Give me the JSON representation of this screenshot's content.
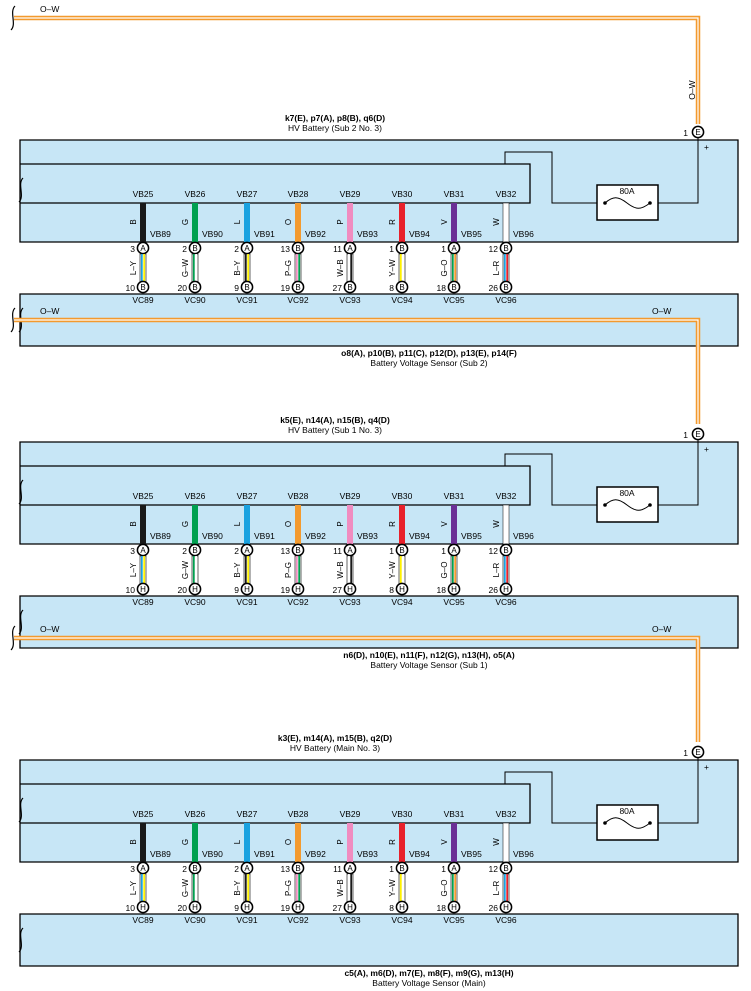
{
  "panels": [
    {
      "id": "sub2",
      "top_wire_label": "O–W",
      "top_wire_label_right": "",
      "vertical_wire_label": "O–W",
      "hv_part_codes": "k7(E), p7(A), p8(B), q6(D)",
      "hv_part_name": "HV Battery (Sub 2 No.  3)",
      "hv_pin": "1",
      "hv_conn": "E",
      "plus": "+",
      "fuse": "80A",
      "sensor_part_codes": "o8(A), p10(B), p11(C), p12(D), p13(E), p14(F)",
      "sensor_part_name": "Battery Voltage Sensor (Sub 2)",
      "channels": [
        {
          "vb_top": "VB25",
          "wire_color": "B",
          "vb_side": "VB89",
          "top_pin": "3",
          "top_conn": "A",
          "mid_wire": "L–Y",
          "bot_pin": "10",
          "bot_conn": "B",
          "vc": "VC89"
        },
        {
          "vb_top": "VB26",
          "wire_color": "G",
          "vb_side": "VB90",
          "top_pin": "2",
          "top_conn": "B",
          "mid_wire": "G–W",
          "bot_pin": "20",
          "bot_conn": "B",
          "vc": "VC90"
        },
        {
          "vb_top": "VB27",
          "wire_color": "L",
          "vb_side": "VB91",
          "top_pin": "2",
          "top_conn": "A",
          "mid_wire": "B–Y",
          "bot_pin": "9",
          "bot_conn": "B",
          "vc": "VC91"
        },
        {
          "vb_top": "VB28",
          "wire_color": "O",
          "vb_side": "VB92",
          "top_pin": "13",
          "top_conn": "B",
          "mid_wire": "P–G",
          "bot_pin": "19",
          "bot_conn": "B",
          "vc": "VC92"
        },
        {
          "vb_top": "VB29",
          "wire_color": "P",
          "vb_side": "VB93",
          "top_pin": "11",
          "top_conn": "A",
          "mid_wire": "W–B",
          "bot_pin": "27",
          "bot_conn": "B",
          "vc": "VC93"
        },
        {
          "vb_top": "VB30",
          "wire_color": "R",
          "vb_side": "VB94",
          "top_pin": "1",
          "top_conn": "B",
          "mid_wire": "Y–W",
          "bot_pin": "8",
          "bot_conn": "B",
          "vc": "VC94"
        },
        {
          "vb_top": "VB31",
          "wire_color": "V",
          "vb_side": "VB95",
          "top_pin": "1",
          "top_conn": "A",
          "mid_wire": "G–O",
          "bot_pin": "18",
          "bot_conn": "B",
          "vc": "VC95"
        },
        {
          "vb_top": "VB32",
          "wire_color": "W",
          "vb_side": "VB96",
          "top_pin": "12",
          "top_conn": "B",
          "mid_wire": "L–R",
          "bot_pin": "26",
          "bot_conn": "B",
          "vc": "VC96"
        }
      ]
    },
    {
      "id": "sub1",
      "top_wire_label": "O–W",
      "top_wire_label_right": "O–W",
      "vertical_wire_label": "",
      "hv_part_codes": "k5(E), n14(A), n15(B), q4(D)",
      "hv_part_name": "HV Battery (Sub 1 No.  3)",
      "hv_pin": "1",
      "hv_conn": "E",
      "plus": "+",
      "fuse": "80A",
      "sensor_part_codes": "n6(D), n10(E), n11(F), n12(G), n13(H), o5(A)",
      "sensor_part_name": "Battery Voltage Sensor (Sub 1)",
      "channels": [
        {
          "vb_top": "VB25",
          "wire_color": "B",
          "vb_side": "VB89",
          "top_pin": "3",
          "top_conn": "A",
          "mid_wire": "L–Y",
          "bot_pin": "10",
          "bot_conn": "H",
          "vc": "VC89"
        },
        {
          "vb_top": "VB26",
          "wire_color": "G",
          "vb_side": "VB90",
          "top_pin": "2",
          "top_conn": "B",
          "mid_wire": "G–W",
          "bot_pin": "20",
          "bot_conn": "H",
          "vc": "VC90"
        },
        {
          "vb_top": "VB27",
          "wire_color": "L",
          "vb_side": "VB91",
          "top_pin": "2",
          "top_conn": "A",
          "mid_wire": "B–Y",
          "bot_pin": "9",
          "bot_conn": "H",
          "vc": "VC91"
        },
        {
          "vb_top": "VB28",
          "wire_color": "O",
          "vb_side": "VB92",
          "top_pin": "13",
          "top_conn": "B",
          "mid_wire": "P–G",
          "bot_pin": "19",
          "bot_conn": "H",
          "vc": "VC92"
        },
        {
          "vb_top": "VB29",
          "wire_color": "P",
          "vb_side": "VB93",
          "top_pin": "11",
          "top_conn": "A",
          "mid_wire": "W–B",
          "bot_pin": "27",
          "bot_conn": "H",
          "vc": "VC93"
        },
        {
          "vb_top": "VB30",
          "wire_color": "R",
          "vb_side": "VB94",
          "top_pin": "1",
          "top_conn": "B",
          "mid_wire": "Y–W",
          "bot_pin": "8",
          "bot_conn": "H",
          "vc": "VC94"
        },
        {
          "vb_top": "VB31",
          "wire_color": "V",
          "vb_side": "VB95",
          "top_pin": "1",
          "top_conn": "A",
          "mid_wire": "G–O",
          "bot_pin": "18",
          "bot_conn": "H",
          "vc": "VC95"
        },
        {
          "vb_top": "VB32",
          "wire_color": "W",
          "vb_side": "VB96",
          "top_pin": "12",
          "top_conn": "B",
          "mid_wire": "L–R",
          "bot_pin": "26",
          "bot_conn": "H",
          "vc": "VC96"
        }
      ]
    },
    {
      "id": "main",
      "top_wire_label": "O–W",
      "top_wire_label_right": "O–W",
      "vertical_wire_label": "",
      "hv_part_codes": "k3(E), m14(A), m15(B), q2(D)",
      "hv_part_name": "HV Battery (Main No.  3)",
      "hv_pin": "1",
      "hv_conn": "E",
      "plus": "+",
      "fuse": "80A",
      "sensor_part_codes": "c5(A), m6(D), m7(E), m8(F), m9(G), m13(H)",
      "sensor_part_name": "Battery Voltage Sensor (Main)",
      "channels": [
        {
          "vb_top": "VB25",
          "wire_color": "B",
          "vb_side": "VB89",
          "top_pin": "3",
          "top_conn": "A",
          "mid_wire": "L–Y",
          "bot_pin": "10",
          "bot_conn": "H",
          "vc": "VC89"
        },
        {
          "vb_top": "VB26",
          "wire_color": "G",
          "vb_side": "VB90",
          "top_pin": "2",
          "top_conn": "B",
          "mid_wire": "G–W",
          "bot_pin": "20",
          "bot_conn": "H",
          "vc": "VC90"
        },
        {
          "vb_top": "VB27",
          "wire_color": "L",
          "vb_side": "VB91",
          "top_pin": "2",
          "top_conn": "A",
          "mid_wire": "B–Y",
          "bot_pin": "9",
          "bot_conn": "H",
          "vc": "VC91"
        },
        {
          "vb_top": "VB28",
          "wire_color": "O",
          "vb_side": "VB92",
          "top_pin": "13",
          "top_conn": "B",
          "mid_wire": "P–G",
          "bot_pin": "19",
          "bot_conn": "H",
          "vc": "VC92"
        },
        {
          "vb_top": "VB29",
          "wire_color": "P",
          "vb_side": "VB93",
          "top_pin": "11",
          "top_conn": "A",
          "mid_wire": "W–B",
          "bot_pin": "27",
          "bot_conn": "H",
          "vc": "VC93"
        },
        {
          "vb_top": "VB30",
          "wire_color": "R",
          "vb_side": "VB94",
          "top_pin": "1",
          "top_conn": "B",
          "mid_wire": "Y–W",
          "bot_pin": "8",
          "bot_conn": "H",
          "vc": "VC94"
        },
        {
          "vb_top": "VB31",
          "wire_color": "V",
          "vb_side": "VB95",
          "top_pin": "1",
          "top_conn": "A",
          "mid_wire": "G–O",
          "bot_pin": "18",
          "bot_conn": "H",
          "vc": "VC95"
        },
        {
          "vb_top": "VB32",
          "wire_color": "W",
          "vb_side": "VB96",
          "top_pin": "12",
          "top_conn": "B",
          "mid_wire": "L–R",
          "bot_pin": "26",
          "bot_conn": "H",
          "vc": "VC96"
        }
      ]
    }
  ],
  "colors": {
    "panel_fill": "#c7e6f6",
    "panel_stroke": "#000000",
    "harness_wire": "#f39a2e",
    "wire_B": "#1a1a1a",
    "wire_G": "#00a050",
    "wire_L": "#1aa2e0",
    "wire_O": "#f39a2e",
    "wire_P": "#f08cc0",
    "wire_R": "#e8202a",
    "wire_V": "#6b2f96",
    "wire_W": "#ffffff",
    "wire_Y": "#fff200"
  },
  "icons": {
    "connector": "circled-letter",
    "fuse": "fuse-symbol",
    "break_mark": "wire-break-squiggle"
  }
}
